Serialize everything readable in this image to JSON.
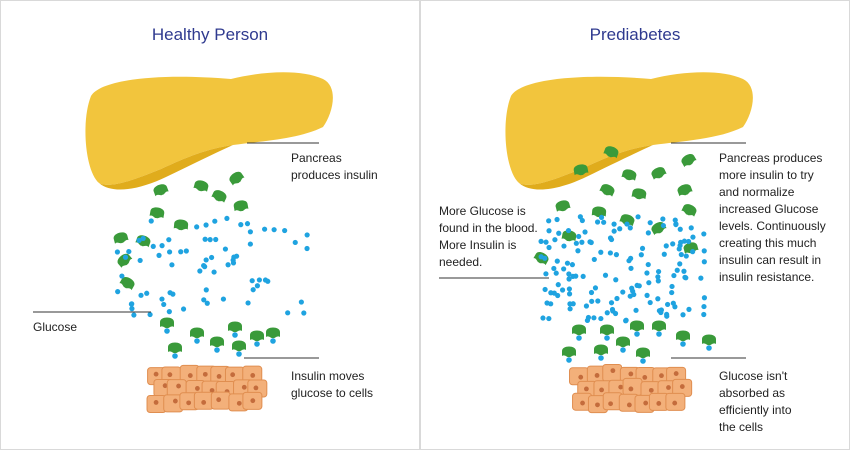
{
  "colors": {
    "pancreas": "#f2c53d",
    "pancreas_shadow": "#e0ac1c",
    "insulin": "#3a9a3a",
    "glucose": "#1fa3e0",
    "cell_fill": "#f3b07a",
    "cell_border": "#e08e50",
    "cell_nucleus": "#c46c3c",
    "title": "#2f3a8f",
    "border": "#d9d9d9"
  },
  "icons": {
    "pancreas": "pancreas-illustration",
    "insulin": "insulin-receptor-icon",
    "glucose": "glucose-dot",
    "cells": "body-cells-cluster"
  },
  "left": {
    "title": "Healthy Person",
    "pancreas_label": [
      "Pancreas",
      "produces insulin"
    ],
    "glucose_label": "Glucose",
    "insulin_label": [
      "Insulin moves",
      "glucose to cells"
    ]
  },
  "right": {
    "title": "Prediabetes",
    "pancreas_label": [
      "Pancreas produces",
      "more insulin to try",
      "and normalize",
      "increased Glucose",
      "levels. Continuously",
      "creating this much",
      "insulin can result in",
      "insulin resistance."
    ],
    "blood_label": [
      "More Glucose is",
      "found in the blood.",
      "More Insulin is",
      "needed."
    ],
    "cells_label": [
      "Glucose isn't",
      "absorbed as",
      "efficiently into",
      "the cells"
    ]
  }
}
